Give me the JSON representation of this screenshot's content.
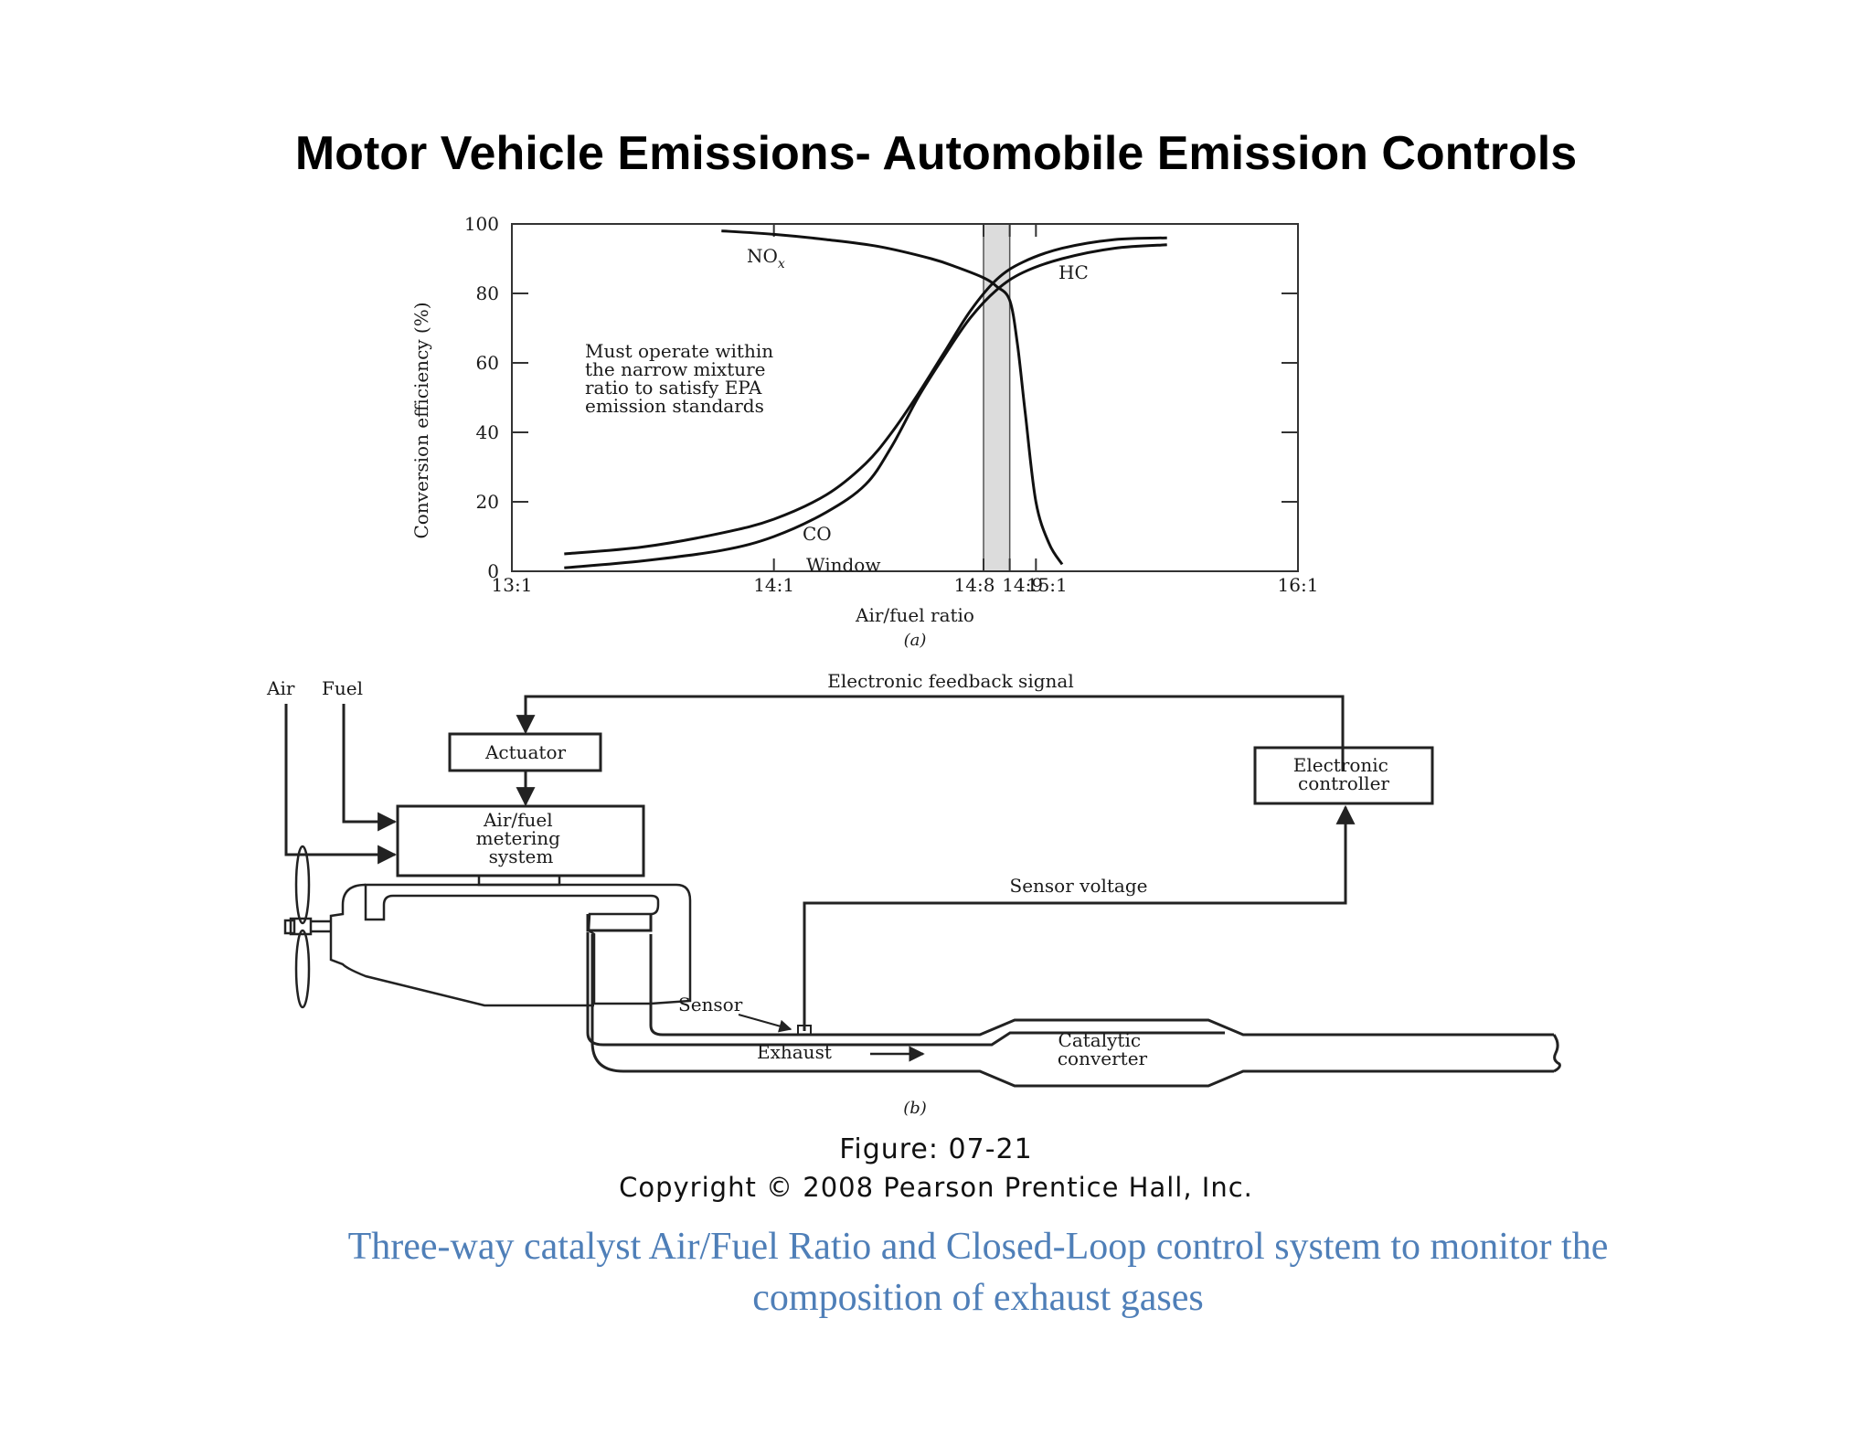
{
  "slide": {
    "title": "Motor Vehicle Emissions- Automobile Emission Controls",
    "figure_id": "Figure: 07-21",
    "copyright": "Copyright © 2008 Pearson Prentice Hall, Inc.",
    "caption": "Three-way catalyst Air/Fuel Ratio and Closed-Loop control system to monitor the composition of exhaust gases"
  },
  "chart_a": {
    "ylabel": "Conversion efficiency (%)",
    "xlabel": "Air/fuel ratio",
    "sublabel": "(a)",
    "y_ticks": [
      "0",
      "20",
      "40",
      "60",
      "80",
      "100"
    ],
    "x_ticks": [
      "13:1",
      "14:1",
      "14:8",
      "14:9",
      "15:1",
      "16:1"
    ],
    "curve_labels": {
      "nox": "NO",
      "nox_sub": "x",
      "hc": "HC",
      "co": "CO",
      "window": "Window"
    },
    "note": [
      "Must operate within",
      "the narrow mixture",
      "ratio to satisfy EPA",
      "emission standards"
    ]
  },
  "chart_data": {
    "type": "line",
    "xlabel": "Air/fuel ratio",
    "ylabel": "Conversion efficiency (%)",
    "xlim": [
      13.0,
      16.0
    ],
    "ylim": [
      0,
      100
    ],
    "window": [
      14.8,
      14.9
    ],
    "series": [
      {
        "name": "NOx",
        "x": [
          13.8,
          14.0,
          14.2,
          14.4,
          14.6,
          14.7,
          14.8,
          14.85,
          14.9,
          14.93,
          14.96,
          15.0,
          15.05,
          15.1
        ],
        "y": [
          98,
          97,
          95.5,
          93.5,
          90,
          87.5,
          84.5,
          82,
          78,
          65,
          45,
          20,
          8,
          2
        ]
      },
      {
        "name": "HC",
        "x": [
          13.2,
          13.5,
          13.8,
          14.0,
          14.2,
          14.35,
          14.45,
          14.55,
          14.65,
          14.75,
          14.85,
          14.95,
          15.1,
          15.3,
          15.5
        ],
        "y": [
          5,
          7,
          11,
          15,
          22,
          31,
          40,
          51,
          63,
          75,
          84,
          89,
          93,
          95.5,
          96
        ]
      },
      {
        "name": "CO",
        "x": [
          13.2,
          13.5,
          13.8,
          14.0,
          14.2,
          14.35,
          14.45,
          14.55,
          14.65,
          14.75,
          14.85,
          14.95,
          15.1,
          15.3,
          15.5
        ],
        "y": [
          1,
          3,
          6,
          10,
          17,
          25,
          36,
          50,
          62,
          73,
          81,
          86,
          90,
          93,
          94
        ]
      }
    ]
  },
  "diagram_b": {
    "air_label": "Air",
    "fuel_label": "Fuel",
    "feedback_label": "Electronic feedback signal",
    "actuator_label": "Actuator",
    "metering_label": [
      "Air/fuel",
      "metering",
      "system"
    ],
    "controller_label": [
      "Electronic",
      "controller"
    ],
    "sensor_voltage_label": "Sensor voltage",
    "sensor_label": "Sensor",
    "exhaust_label": "Exhaust",
    "catalytic_label": [
      "Catalytic",
      "converter"
    ],
    "sublabel": "(b)"
  }
}
